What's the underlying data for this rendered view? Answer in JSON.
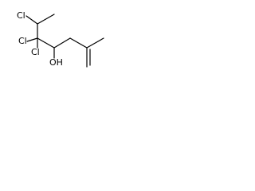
{
  "molecule": {
    "atoms": {
      "cl_top": "Cl",
      "cl_left": "Cl",
      "cl_mid": "Cl",
      "hydroxyl": "OH"
    }
  }
}
